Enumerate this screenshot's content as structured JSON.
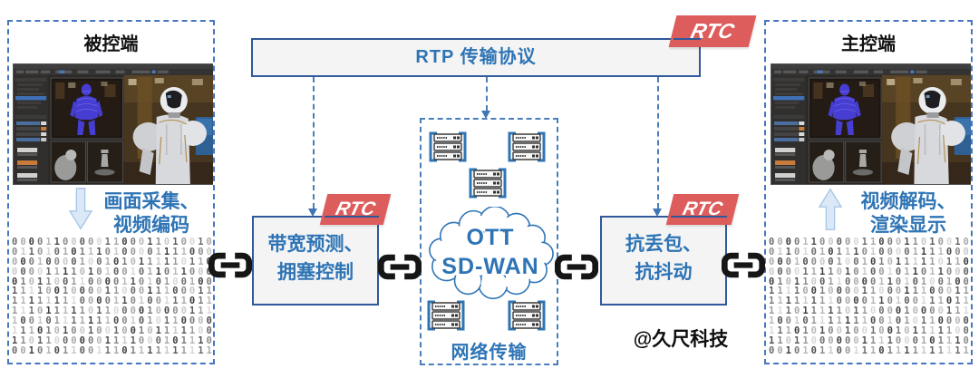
{
  "left_panel": {
    "title": "被控端",
    "caption": [
      "画面采集、",
      "视频编码"
    ]
  },
  "right_panel": {
    "title": "主控端",
    "caption": [
      "视频解码、",
      "渲染显示"
    ]
  },
  "rtp_box": {
    "label": "RTP 传输协议",
    "badge": "RTC"
  },
  "bandwidth_box": {
    "lines": [
      "带宽预测、",
      "拥塞控制"
    ],
    "badge": "RTC"
  },
  "antiloss_box": {
    "lines": [
      "抗丢包、",
      "抗抖动"
    ],
    "badge": "RTC"
  },
  "network_section": {
    "cloud_line1": "OTT",
    "cloud_line2": "SD-WAN",
    "label": "网络传输"
  },
  "watermark": "@久尺科技",
  "binary_rows": [
    "000011000001100011010010",
    "011010101110100001111000",
    "000100001001010111110110",
    "000011110101001011011000",
    "010110011000011010100100",
    "111100100001100011100011",
    "111111110000110100111011",
    "111011111011000010000111",
    "100101111111001010110000",
    "111010100100100101111100",
    "110110000001111000101110",
    "001010110011101111111111"
  ],
  "colors": {
    "blue_text": "#2e74b5",
    "box_border": "#30599a",
    "dashed_line": "#4a7ebb",
    "panel_dash": "#4576c2",
    "badge_red": "#dd5c5c",
    "box_fill": "#f4f4f4",
    "arrow_fill": "#dbe8f6",
    "arrow_border": "#a9c7e7",
    "chain_black": "#161616"
  }
}
